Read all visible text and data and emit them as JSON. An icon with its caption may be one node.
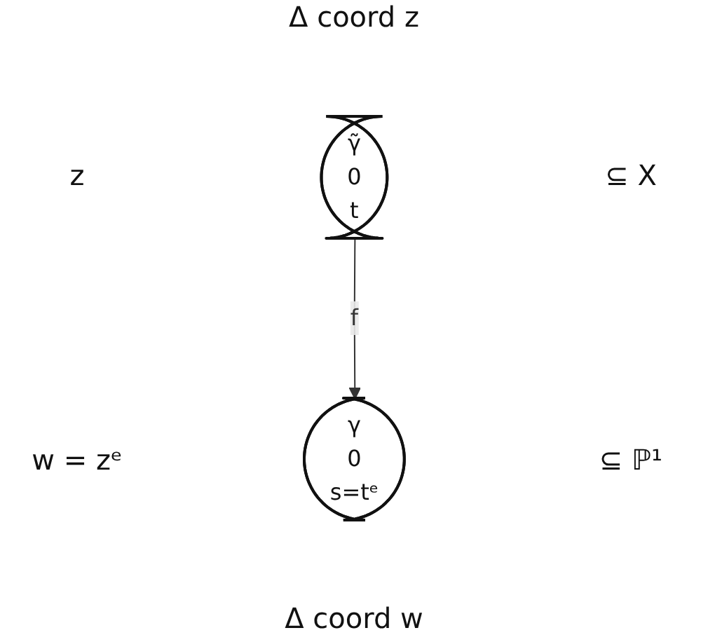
{
  "diagram": {
    "nodes": [
      {
        "text": [
          "γ̃",
          "0",
          "t"
        ]
      },
      {
        "text": [
          "γ",
          "0",
          "s=tᵉ"
        ]
      }
    ],
    "edges": [
      {
        "from": 0,
        "to": 1,
        "arrow": "to",
        "label": "f"
      }
    ],
    "labels": [
      "Δ coord z",
      "z",
      "⊆ X",
      "w = zᵉ",
      "⊆ ℙ¹",
      "Δ coord w"
    ]
  }
}
